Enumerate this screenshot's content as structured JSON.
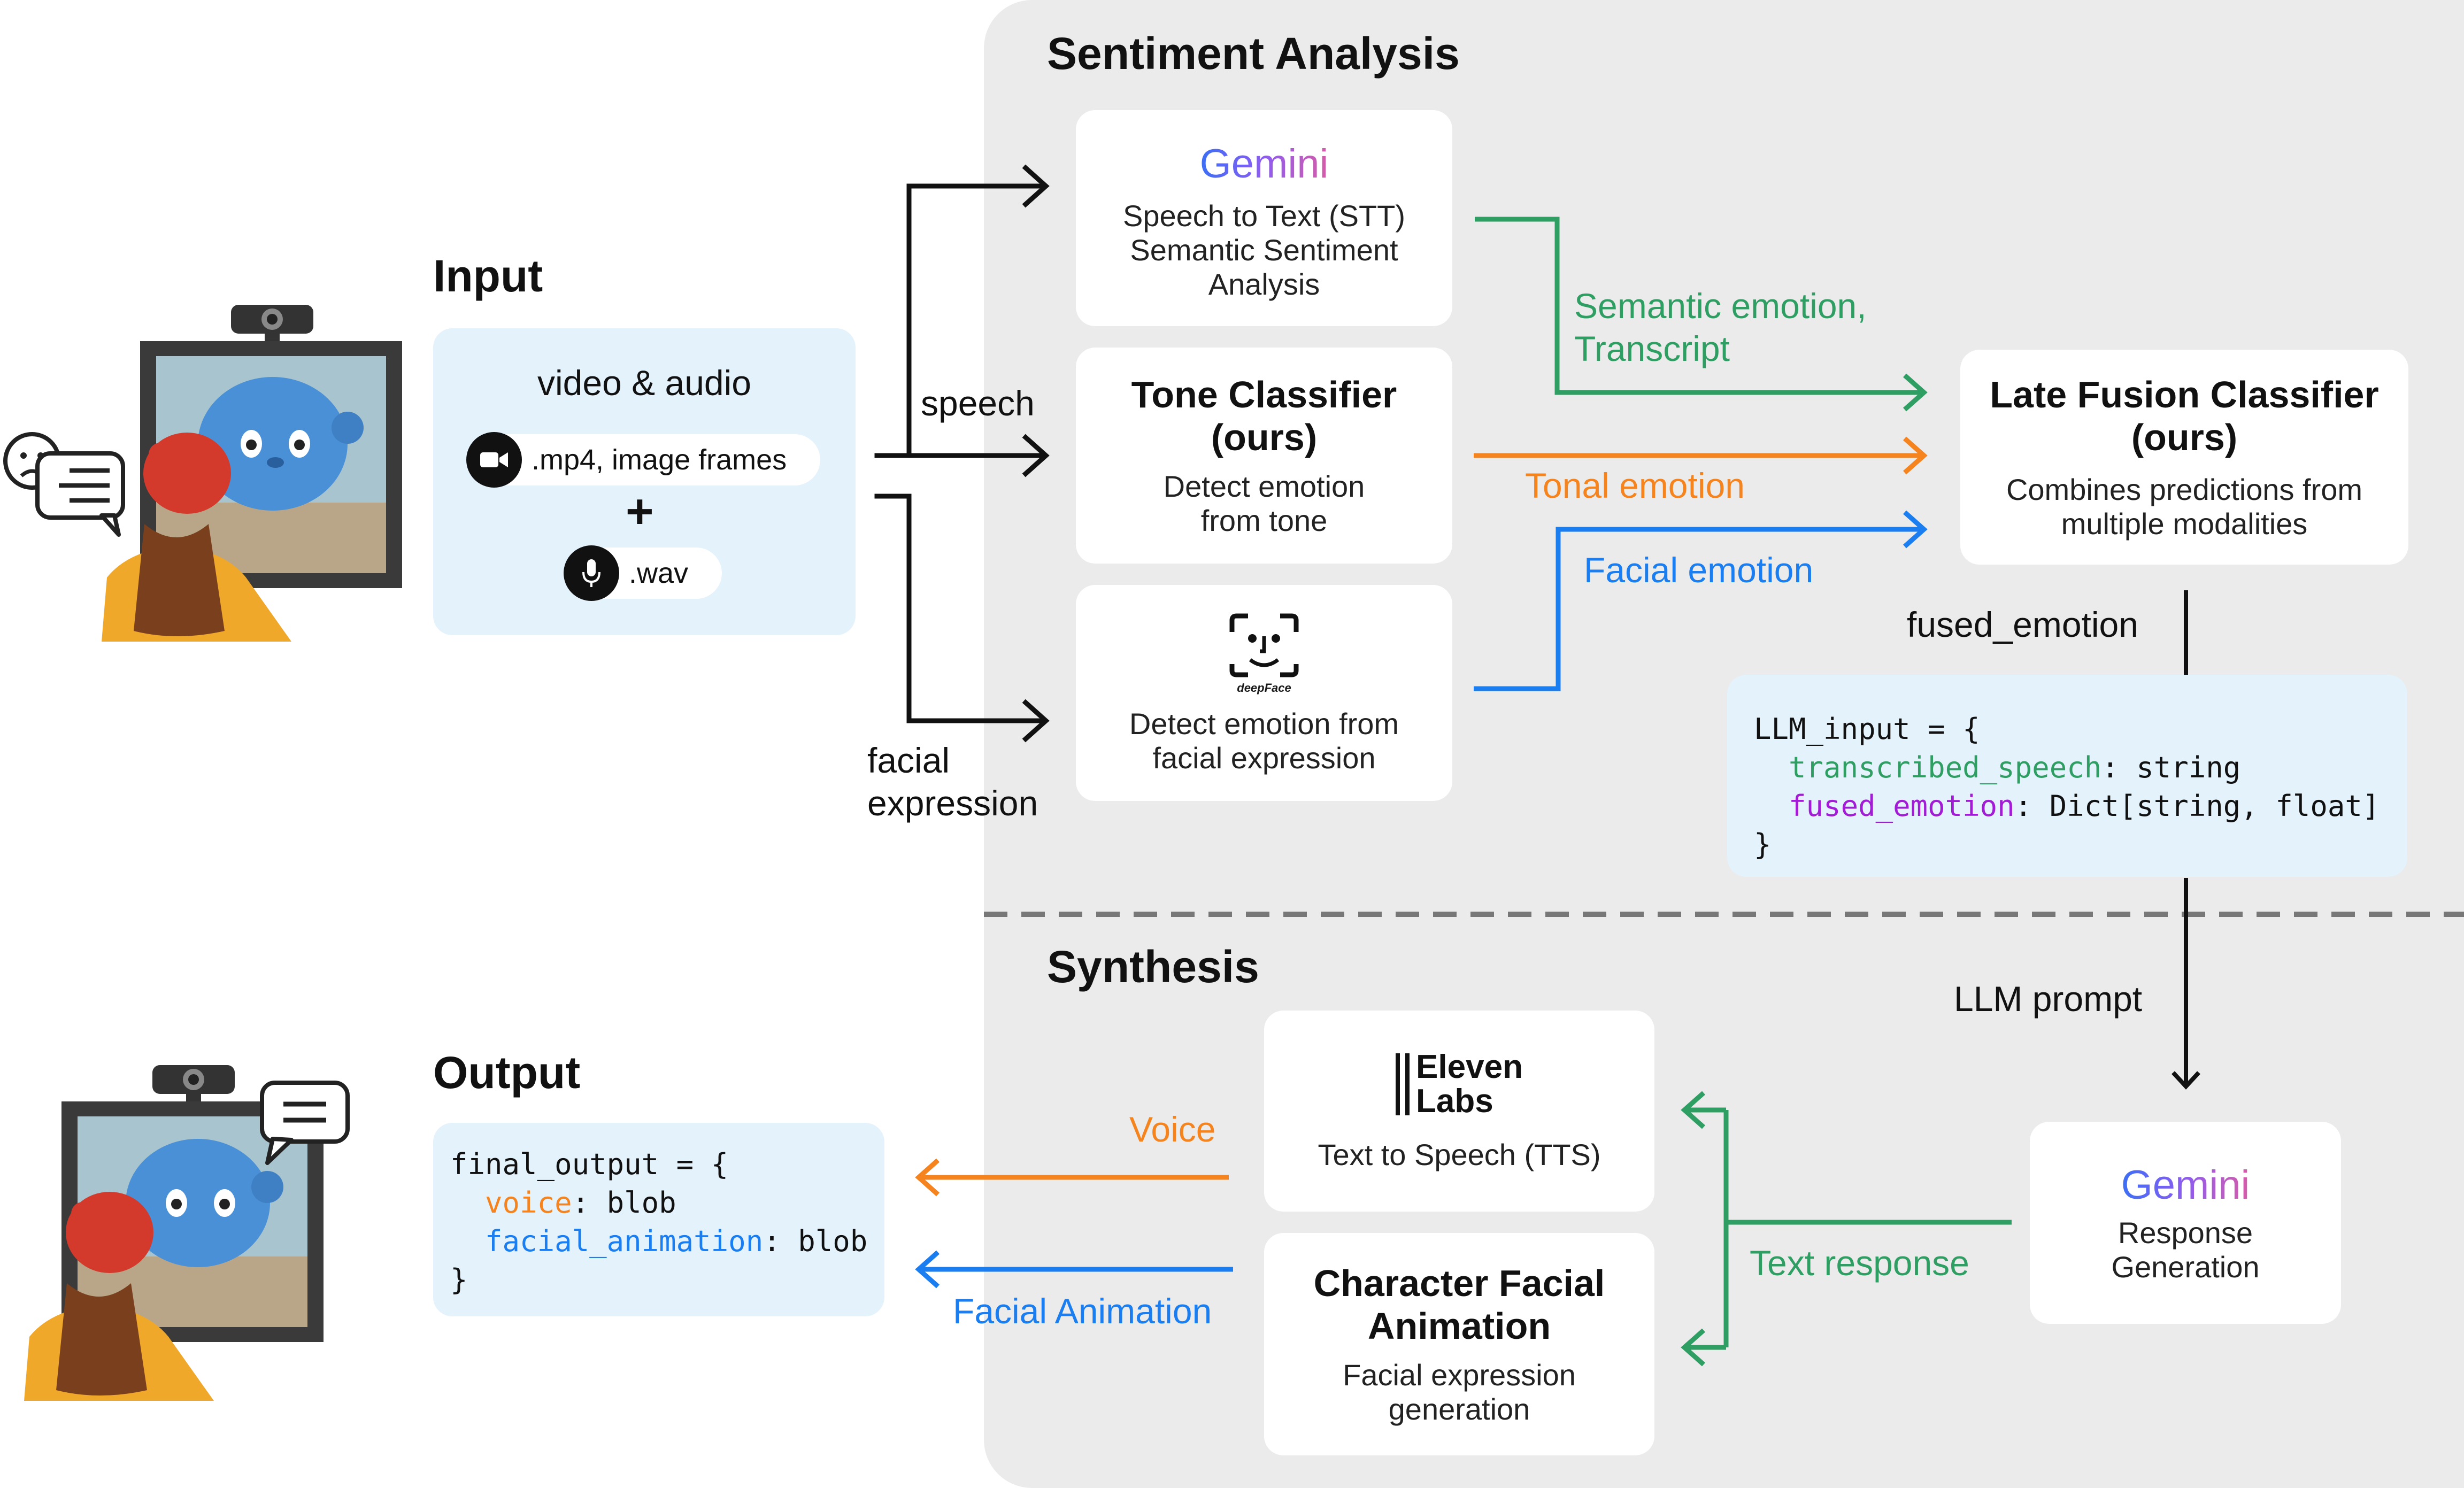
{
  "sections": {
    "sentiment_title": "Sentiment Analysis",
    "synthesis_title": "Synthesis"
  },
  "input": {
    "title": "Input",
    "box_title": "video & audio",
    "video_format": ".mp4, image frames",
    "plus": "+",
    "audio_format": ".wav",
    "icons": [
      "video-camera-icon",
      "microphone-icon"
    ]
  },
  "branches": {
    "speech": "speech",
    "facial_line1": "facial",
    "facial_line2": "expression"
  },
  "stt_card": {
    "logo": "Gemini",
    "line1": "Speech to Text (STT)",
    "line2": "Semantic Sentiment",
    "line3": "Analysis"
  },
  "tone_card": {
    "title_line1": "Tone Classifier",
    "title_line2": "(ours)",
    "sub_line1": "Detect emotion",
    "sub_line2": "from tone"
  },
  "face_card": {
    "logo": "deepFace",
    "sub_line1": "Detect emotion from",
    "sub_line2": "facial expression"
  },
  "edges": {
    "semantic_line1": "Semantic emotion,",
    "semantic_line2": "Transcript",
    "tonal": "Tonal emotion",
    "facial": "Facial emotion",
    "fused": "fused_emotion",
    "llm_prompt": "LLM prompt",
    "text_response": "Text response",
    "voice": "Voice",
    "facial_animation": "Facial Animation"
  },
  "fusion_card": {
    "title_line1": "Late Fusion Classifier",
    "title_line2": "(ours)",
    "sub_line1": "Combines predictions from",
    "sub_line2": "multiple modalities"
  },
  "llm_code": {
    "line1": "LLM_input = {",
    "key1": "transcribed_speech",
    "val1": ": string",
    "key2": "fused_emotion",
    "val2": ": Dict[string, float]",
    "close": "}"
  },
  "tts_card": {
    "logo_line1": "Eleven",
    "logo_line2": "Labs",
    "sub": "Text to Speech (TTS)"
  },
  "anim_card": {
    "title_line1": "Character Facial",
    "title_line2": "Animation",
    "sub_line1": "Facial expression",
    "sub_line2": "generation"
  },
  "response_card": {
    "logo": "Gemini",
    "sub_line1": "Response",
    "sub_line2": "Generation"
  },
  "output": {
    "title": "Output",
    "line1": "final_output = {",
    "key1": "voice",
    "val1": ": blob",
    "key2": "facial_animation",
    "val2": ": blob",
    "close": "}"
  },
  "colors": {
    "semantic": "#2e9e62",
    "tonal": "#f5841f",
    "facial": "#1a7ef0",
    "purple_key": "#a21cd6",
    "panel": "#ebebeb",
    "code_bg": "#e3f2fb"
  }
}
